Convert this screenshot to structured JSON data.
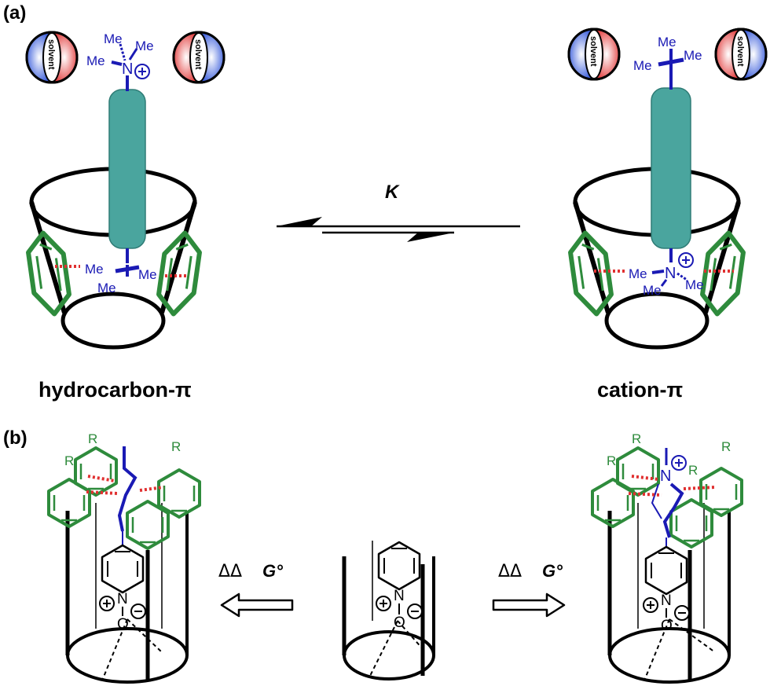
{
  "panels": {
    "a": {
      "label": "(a)",
      "left_caption": "hydrocarbon-π",
      "right_caption": "cation-π",
      "equilibrium_constant": "K",
      "methyl": "Me",
      "nitrogen": "N",
      "plus": "+",
      "solvent": "solvent"
    },
    "b": {
      "label": "(b)",
      "delta_left": "ΔΔ",
      "delta_right": "ΔΔ",
      "g_symbol": "G°",
      "r_group": "R",
      "nitrogen": "N",
      "oxygen": "O",
      "plus": "+",
      "minus": "−"
    }
  },
  "colors": {
    "guest_blue": "#1a1ab4",
    "aryl_green": "#2e8b3c",
    "interaction_red": "#e03030",
    "spacer_teal": "#4aa59e",
    "solvent_red": "#e03030",
    "solvent_blue": "#2a50d8"
  }
}
